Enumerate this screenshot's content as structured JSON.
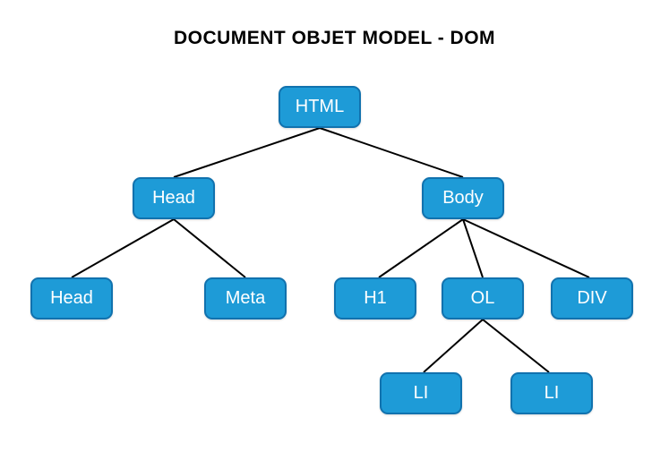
{
  "title": "DOCUMENT OBJET MODEL - DOM",
  "colors": {
    "node_fill": "#1e9bd7",
    "node_border": "#1172ae",
    "node_text": "#ffffff",
    "edge": "#000000",
    "background": "#ffffff"
  },
  "tree": {
    "nodes": {
      "html": {
        "label": "HTML"
      },
      "head": {
        "label": "Head"
      },
      "body": {
        "label": "Body"
      },
      "head2": {
        "label": "Head"
      },
      "meta": {
        "label": "Meta"
      },
      "h1": {
        "label": "H1"
      },
      "ol": {
        "label": "OL"
      },
      "div": {
        "label": "DIV"
      },
      "li1": {
        "label": "LI"
      },
      "li2": {
        "label": "LI"
      }
    },
    "edges": [
      {
        "from": "html",
        "to": "head"
      },
      {
        "from": "html",
        "to": "body"
      },
      {
        "from": "head",
        "to": "head2"
      },
      {
        "from": "head",
        "to": "meta"
      },
      {
        "from": "body",
        "to": "h1"
      },
      {
        "from": "body",
        "to": "ol"
      },
      {
        "from": "body",
        "to": "div"
      },
      {
        "from": "ol",
        "to": "li1"
      },
      {
        "from": "ol",
        "to": "li2"
      }
    ]
  }
}
